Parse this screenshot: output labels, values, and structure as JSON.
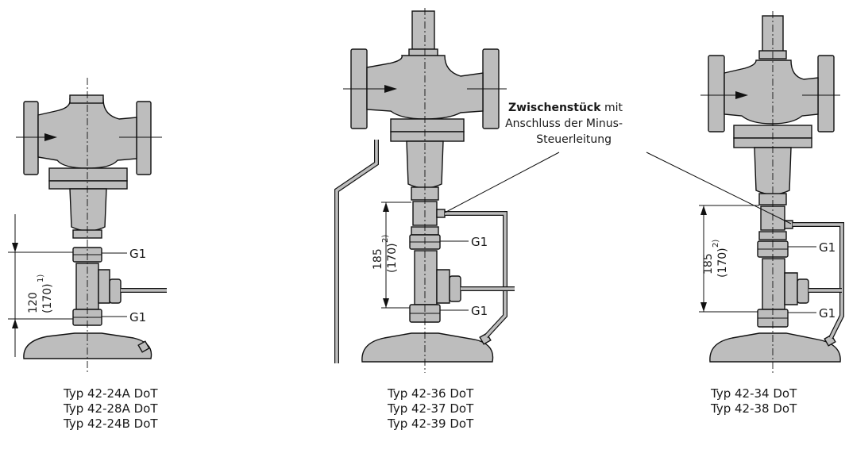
{
  "valves": [
    {
      "captions": [
        "Typ 42-24A DoT",
        "Typ 42-28A DoT",
        "Typ 42-24B DoT"
      ],
      "connection_labels": [
        "G1",
        "G1"
      ],
      "dimension_label": "120",
      "dimension_alt": "(170)",
      "dimension_note": "1)"
    },
    {
      "captions": [
        "Typ 42-36 DoT",
        "Typ 42-37 DoT",
        "Typ 42-39 DoT"
      ],
      "connection_labels": [
        "G1",
        "G1"
      ],
      "dimension_label": "185",
      "dimension_alt": "(170)",
      "dimension_note": "2)"
    },
    {
      "captions": [
        "Typ 42-34 DoT",
        "Typ 42-38 DoT"
      ],
      "connection_labels": [
        "G1",
        "G1"
      ],
      "dimension_label": "185",
      "dimension_alt": "(170)",
      "dimension_note": "2)"
    }
  ],
  "callout": {
    "bold": "Zwischenstück",
    "rest_line1": " mit",
    "line2": "Anschluss der Minus-",
    "line3": "Steuerleitung"
  },
  "colors": {
    "body": "#bdbdbd",
    "line": "#111111"
  }
}
